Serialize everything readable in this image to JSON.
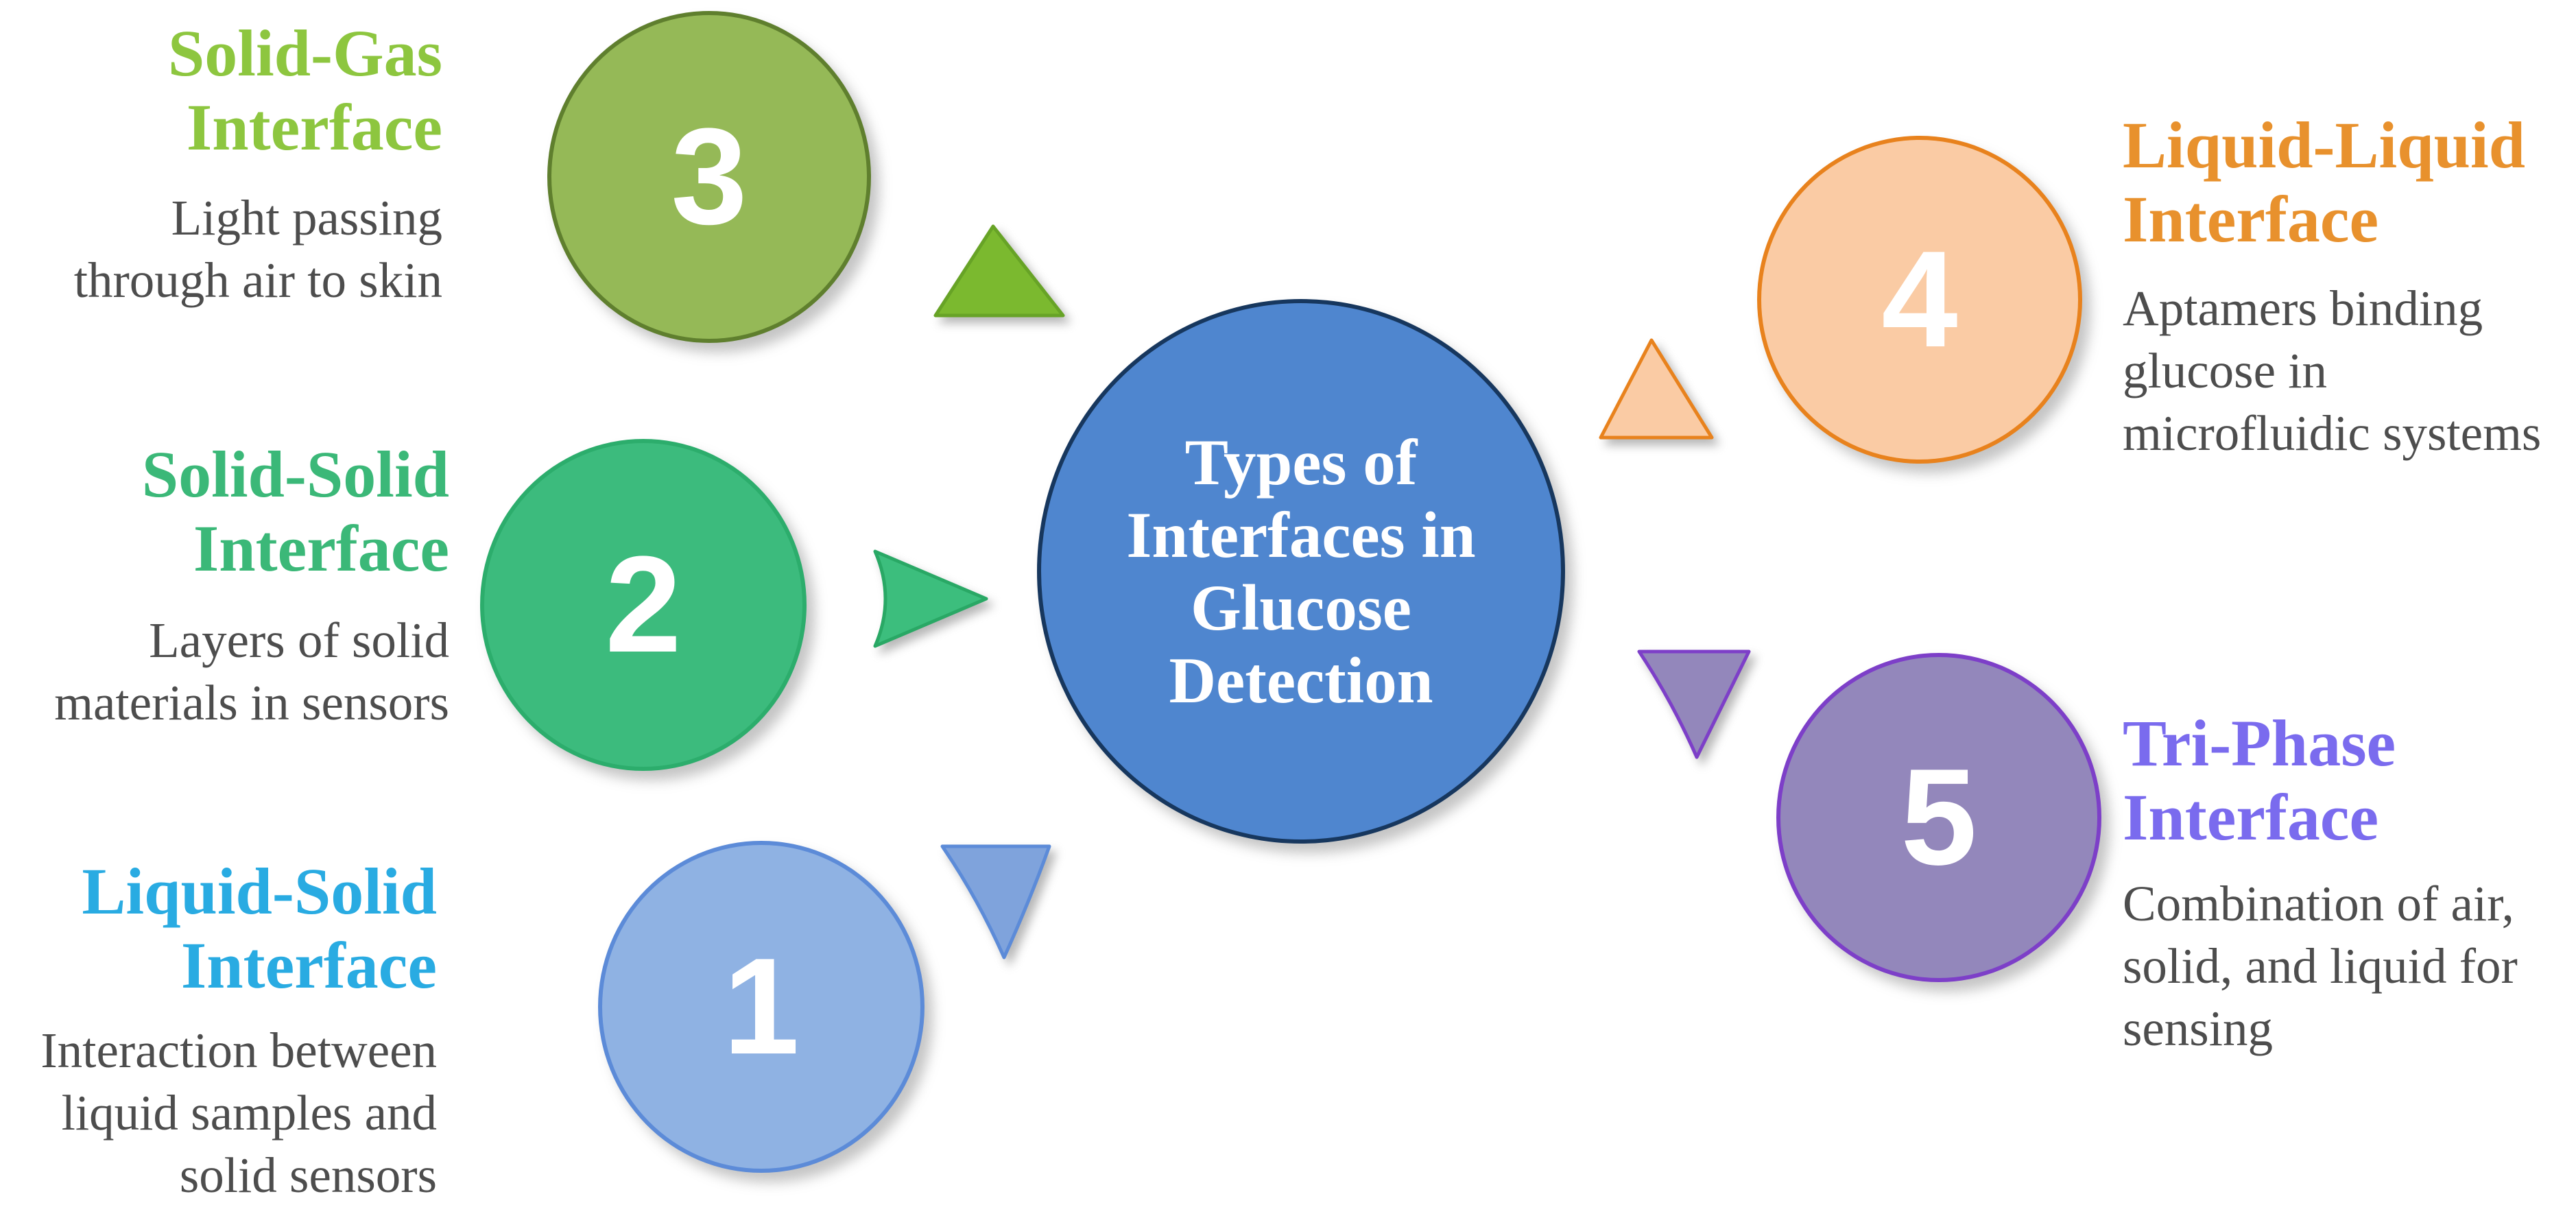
{
  "background_color": "#FFFFFF",
  "description_text_color": "#4D4D4D",
  "center": {
    "title_lines": [
      "Types of",
      "Interfaces in",
      "Glucose",
      "Detection"
    ],
    "fill": "#4F86CF",
    "stroke": "#17375E",
    "text_color": "#FFFFFF"
  },
  "nodes": [
    {
      "number": "1",
      "title_lines": [
        "Liquid-Solid",
        "Interface"
      ],
      "desc_lines": [
        "Interaction between",
        "liquid samples and",
        "solid sensors"
      ],
      "title_color": "#29ABE2",
      "circle_fill": "#8FB2E3",
      "circle_stroke": "#5C8BD8",
      "arrow_fill": "#7FA3DC",
      "arrow_stroke": "#5C8BD8",
      "arrow_direction": "down"
    },
    {
      "number": "2",
      "title_lines": [
        "Solid-Solid",
        "Interface"
      ],
      "desc_lines": [
        "Layers of solid",
        "materials in sensors"
      ],
      "title_color": "#3BB878",
      "circle_fill": "#3CBB7D",
      "circle_stroke": "#2CAD6C",
      "arrow_fill": "#3CBE7D",
      "arrow_stroke": "#29A865",
      "arrow_direction": "right"
    },
    {
      "number": "3",
      "title_lines": [
        "Solid-Gas",
        "Interface"
      ],
      "desc_lines": [
        "Light passing",
        "through air to skin"
      ],
      "title_color": "#8DC63F",
      "circle_fill": "#95B957",
      "circle_stroke": "#5F7F2E",
      "arrow_fill": "#7BB92F",
      "arrow_stroke": "#67A326",
      "arrow_direction": "up"
    },
    {
      "number": "4",
      "title_lines": [
        "Liquid-Liquid",
        "Interface"
      ],
      "desc_lines": [
        "Aptamers binding",
        "glucose in",
        "microfluidic systems"
      ],
      "title_color": "#E8912D",
      "circle_fill": "#FACBA4",
      "circle_stroke": "#E8821D",
      "arrow_fill": "#FACBA4",
      "arrow_stroke": "#E8821D",
      "arrow_direction": "up"
    },
    {
      "number": "5",
      "title_lines": [
        "Tri-Phase",
        "Interface"
      ],
      "desc_lines": [
        "Combination of air,",
        "solid, and liquid for",
        "sensing"
      ],
      "title_color": "#7A6BEE",
      "circle_fill": "#9387BB",
      "circle_stroke": "#7D3FC8",
      "arrow_fill": "#9387BB",
      "arrow_stroke": "#7D3FC8",
      "arrow_direction": "down"
    }
  ]
}
